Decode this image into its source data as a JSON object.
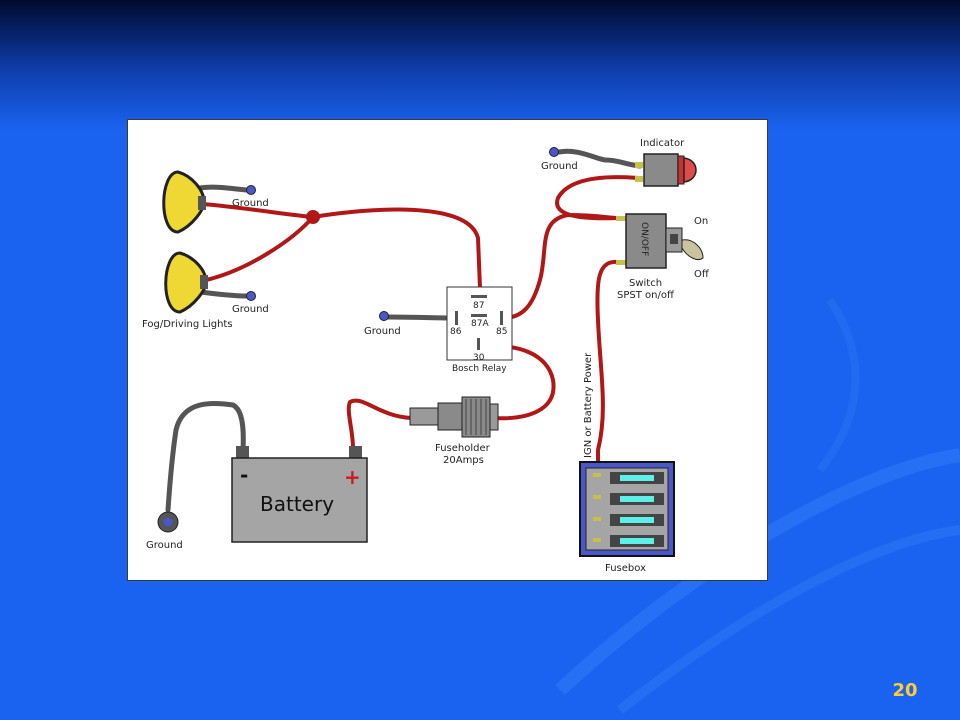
{
  "slide": {
    "page_number": "20",
    "colors": {
      "background": "#1a63f0",
      "top_gradient": "#000c33",
      "wire": "#b01818",
      "page_number": "#ffcc33"
    }
  },
  "diagram": {
    "lights_label": "Fog/Driving Lights",
    "ground_labels": [
      "Ground",
      "Ground",
      "Ground",
      "Ground",
      "Ground"
    ],
    "relay": {
      "name": "Bosch Relay",
      "pins": [
        "87",
        "87A",
        "86",
        "85",
        "30"
      ]
    },
    "indicator_label": "Indicator",
    "switch": {
      "body_text": "ON/OFF",
      "on_label": "On",
      "off_label": "Off",
      "name": "Switch",
      "type": "SPST on/off"
    },
    "fuseholder": {
      "name": "Fuseholder",
      "rating": "20Amps"
    },
    "battery": {
      "label": "Battery",
      "negative": "-",
      "positive": "+"
    },
    "power_label": "IGN or Battery Power",
    "fusebox_label": "Fusebox"
  }
}
